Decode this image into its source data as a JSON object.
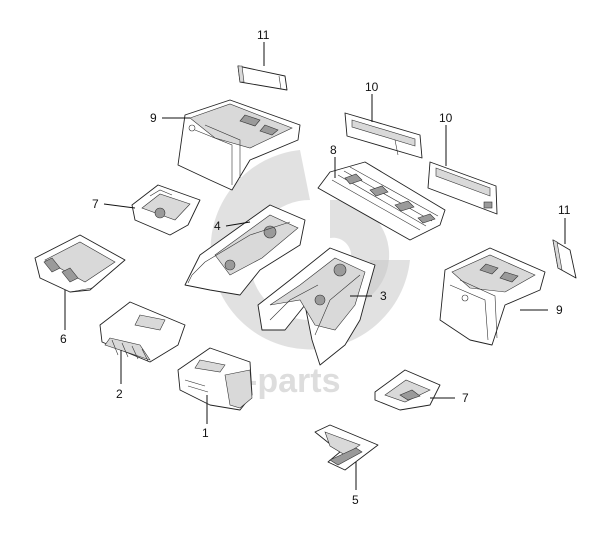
{
  "diagram": {
    "watermark_text": "etka-parts",
    "colors": {
      "line": "#222222",
      "shade": "#d9d9d9",
      "watermark": "#c8c8c8"
    },
    "callouts": [
      {
        "id": "c11a",
        "label": "11"
      },
      {
        "id": "c10a",
        "label": "10"
      },
      {
        "id": "c10b",
        "label": "10"
      },
      {
        "id": "c9a",
        "label": "9"
      },
      {
        "id": "c8",
        "label": "8"
      },
      {
        "id": "c7a",
        "label": "7"
      },
      {
        "id": "c4",
        "label": "4"
      },
      {
        "id": "c11b",
        "label": "11"
      },
      {
        "id": "c3",
        "label": "3"
      },
      {
        "id": "c9b",
        "label": "9"
      },
      {
        "id": "c6",
        "label": "6"
      },
      {
        "id": "c2",
        "label": "2"
      },
      {
        "id": "c1",
        "label": "1"
      },
      {
        "id": "c7b",
        "label": "7"
      },
      {
        "id": "c5",
        "label": "5"
      }
    ]
  }
}
